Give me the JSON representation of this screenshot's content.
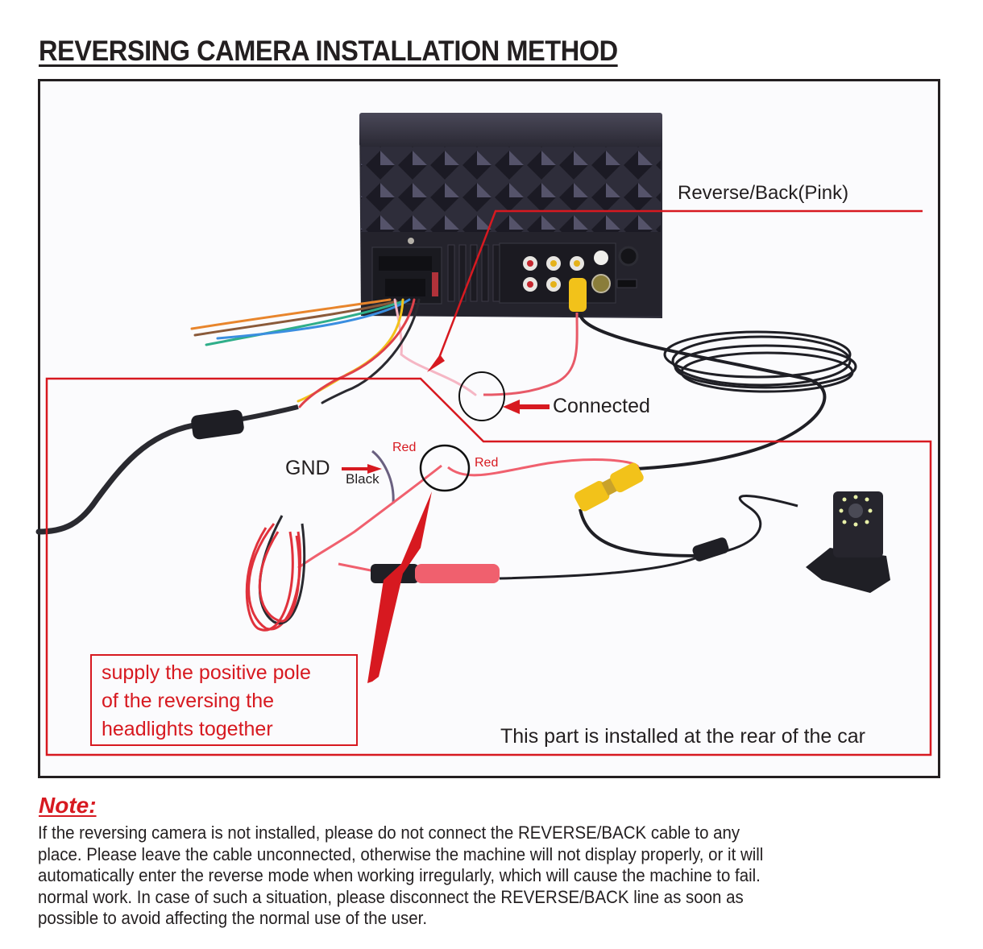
{
  "title": "REVERSING CAMERA INSTALLATION METHOD",
  "diagram": {
    "labels": {
      "reverse_back": "Reverse/Back(Pink)",
      "connected": "Connected",
      "gnd": "GND",
      "black": "Black",
      "red_left": "Red",
      "red_right": "Red",
      "rear_part": "This part is installed at the rear of the car"
    },
    "supply_note": {
      "lines": [
        "supply the positive pole",
        "of the reversing the",
        "headlights together"
      ]
    },
    "components": [
      "car-stereo-head-unit",
      "rca-video-cable",
      "power-cable-ferrite",
      "reversing-camera",
      "rca-yellow-connector",
      "red-power-plug"
    ],
    "colors": {
      "annotation_red": "#d71920",
      "text_black": "#231f20",
      "head_unit": "#3a3844",
      "rca_yellow": "#f2c21a",
      "pink_wire": "#f5a3b5"
    }
  },
  "note": {
    "title": "Note:",
    "lines": [
      "If the reversing camera is not installed, please do not connect the REVERSE/BACK cable to any",
      "place. Please leave the cable unconnected, otherwise the machine will not display properly, or it will",
      "automatically enter the reverse mode when working irregularly, which will cause the machine to fail.",
      "normal work. In case of such a situation, please disconnect the REVERSE/BACK line as soon as",
      "possible to avoid affecting the normal use of the user."
    ]
  }
}
